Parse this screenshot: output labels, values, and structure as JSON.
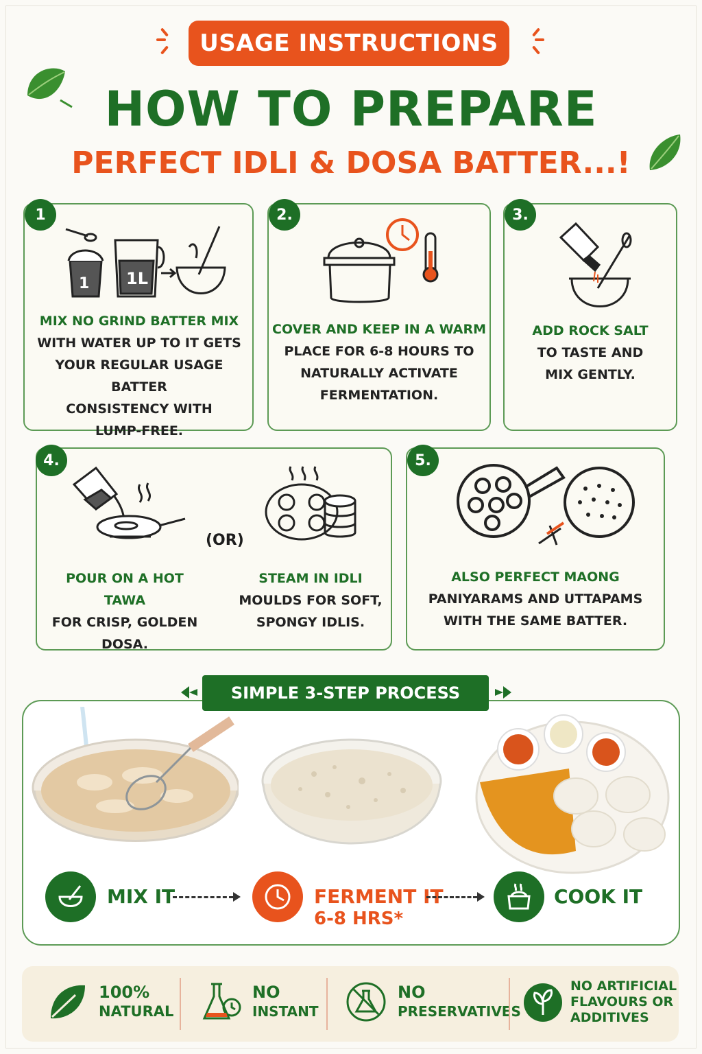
{
  "header": {
    "badge": "USAGE INSTRUCTIONS",
    "title_line1": "HOW TO PREPARE",
    "title_line2": "PERFECT IDLI & DOSA BATTER...!"
  },
  "steps": [
    {
      "number": "1",
      "highlight": "MIX NO GRIND BATTER MIX",
      "lines": [
        "WITH WATER UP TO IT GETS",
        "YOUR REGULAR USAGE BATTER",
        "CONSISTENCY WITH",
        "LUMP-FREE."
      ],
      "icon_labels": [
        "1",
        "1L"
      ]
    },
    {
      "number": "2.",
      "highlight": "COVER AND KEEP IN A WARM",
      "lines": [
        "PLACE FOR 6-8 HOURS TO",
        "NATURALLY ACTIVATE",
        "FERMENTATION."
      ]
    },
    {
      "number": "3.",
      "highlight": "ADD ROCK SALT",
      "lines": [
        "TO TASTE AND",
        "MIX GENTLY."
      ]
    },
    {
      "number": "4.",
      "dosa_highlight": "POUR ON A HOT TAWA",
      "dosa_lines": [
        "FOR CRISP, GOLDEN",
        "DOSA."
      ],
      "or_label": "(OR)",
      "idli_highlight": "STEAM IN IDLI",
      "idli_lines": [
        "MOULDS FOR SOFT,",
        "SPONGY IDLIS."
      ]
    },
    {
      "number": "5.",
      "highlight": "ALSO PERFECT MAONG",
      "lines": [
        "PANIYARAMS AND UTTAPAMS",
        "WITH THE SAME BATTER."
      ]
    }
  ],
  "process": {
    "ribbon": "SIMPLE 3-STEP PROCESS",
    "mix": "MIX IT",
    "ferment_line1": "FERMENT IT",
    "ferment_line2": "6-8 HRS*",
    "cook": "COOK IT"
  },
  "features": [
    {
      "line1": "100%",
      "line2": "NATURAL",
      "icon": "leaf-icon"
    },
    {
      "line1": "NO",
      "line2": "INSTANT",
      "icon": "flask-icon"
    },
    {
      "line1": "NO",
      "line2": "PRESERVATIVES",
      "icon": "no-chemical-icon"
    },
    {
      "line1": "NO ARTIFICIAL",
      "line2": "FLAVOURS OR",
      "line3": "ADDITIVES",
      "icon": "plant-icon"
    }
  ],
  "colors": {
    "green": "#1e6f26",
    "orange": "#e8531d",
    "cream": "#f6efdf"
  }
}
